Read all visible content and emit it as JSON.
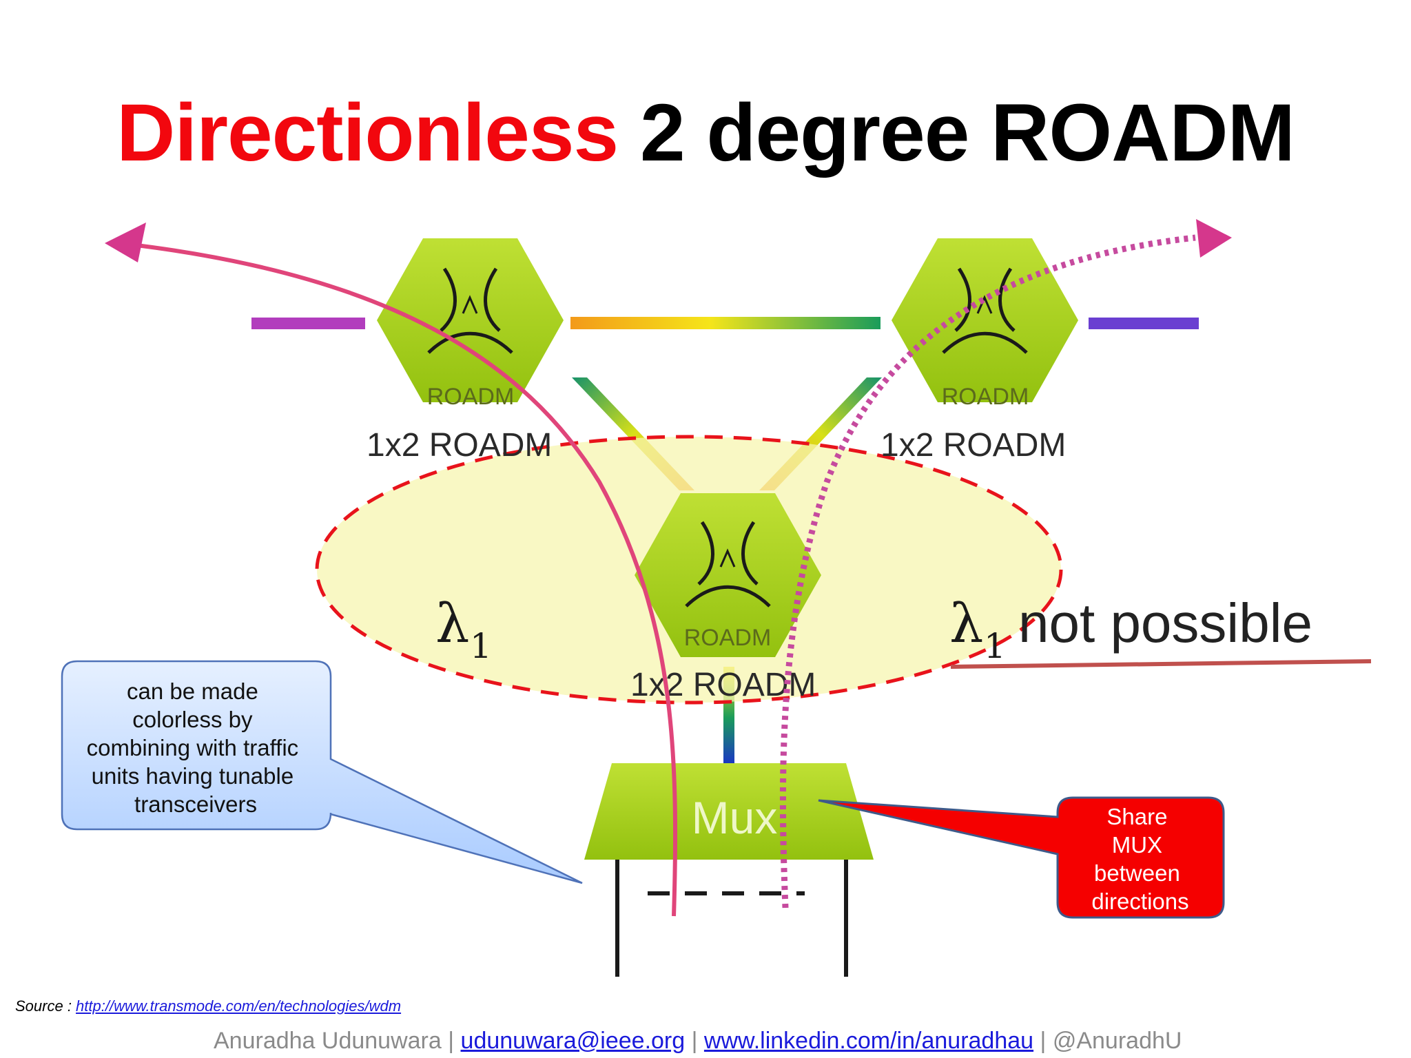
{
  "title": {
    "red": "Directionless",
    "black": "2 degree ROADM"
  },
  "nodes": {
    "left": {
      "icon_text": "ROADM",
      "label": "1x2 ROADM"
    },
    "right": {
      "icon_text": "ROADM",
      "label": "1x2 ROADM"
    },
    "center": {
      "icon_text": "ROADM",
      "label": "1x2 ROADM"
    }
  },
  "mux": {
    "label": "Mux"
  },
  "lambda_left": {
    "symbol": "λ",
    "subscript": "1"
  },
  "lambda_right": {
    "symbol": "λ",
    "subscript": "1",
    "suffix": "not possible"
  },
  "callout_left": {
    "lines": [
      "can be made",
      "colorless by",
      "combining with traffic",
      "units having tunable",
      "transceivers"
    ]
  },
  "callout_right": {
    "lines": [
      "Share",
      "MUX",
      "between",
      "directions"
    ]
  },
  "source": {
    "prefix": "Source : ",
    "link": "http://www.transmode.com/en/technologies/wdm"
  },
  "footer": {
    "name": "Anuradha Udunuwara |",
    "email": "udunuwara@ieee.org",
    "sep1": "|",
    "linkedin": "www.linkedin.com/in/anuradhau",
    "sep2": "|",
    "handle": "@AnuradhU"
  },
  "colors": {
    "title_red": "#f2070e",
    "hexagon_green": "#a8d21a",
    "path_pink": "#e0457a",
    "ellipse_red": "#e8131b",
    "callout_blue": "#cfe3ff",
    "callout_red": "#f50000"
  }
}
